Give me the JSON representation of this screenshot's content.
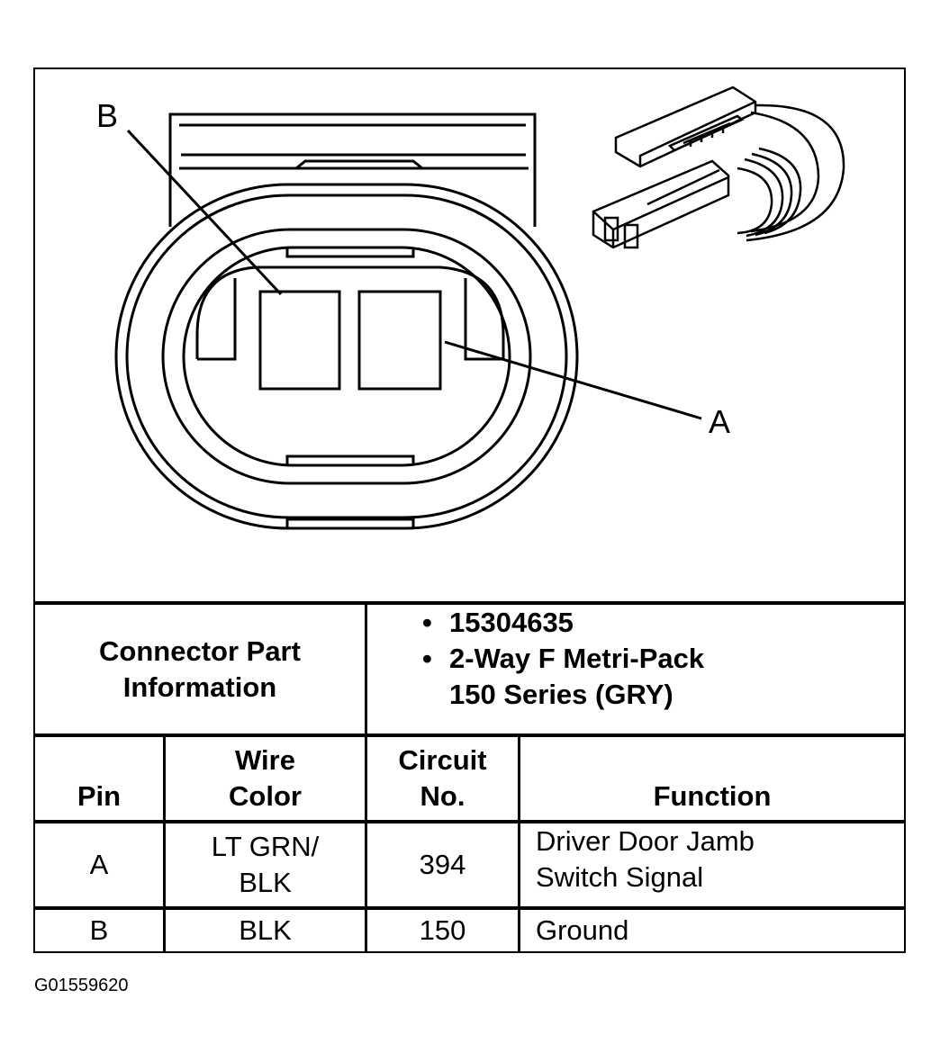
{
  "callouts": {
    "a": "A",
    "b": "B"
  },
  "connector_info": {
    "label_line1": "Connector Part",
    "label_line2": "Information",
    "items": [
      {
        "bullet": "•",
        "lines": [
          "15304635"
        ]
      },
      {
        "bullet": "•",
        "lines": [
          "2-Way F Metri-Pack",
          "150 Series (GRY)"
        ]
      }
    ]
  },
  "table": {
    "headers": {
      "pin": "Pin",
      "wire_color": [
        "Wire",
        "Color"
      ],
      "circuit": [
        "Circuit",
        "No."
      ],
      "function": "Function"
    },
    "rows": [
      {
        "pin": "A",
        "wire_color": [
          "LT GRN/",
          "BLK"
        ],
        "circuit": "394",
        "function": [
          "Driver Door Jamb",
          "Switch Signal"
        ]
      },
      {
        "pin": "B",
        "wire_color": [
          "BLK"
        ],
        "circuit": "150",
        "function": [
          "Ground"
        ]
      }
    ]
  },
  "figure_id": "G01559620"
}
